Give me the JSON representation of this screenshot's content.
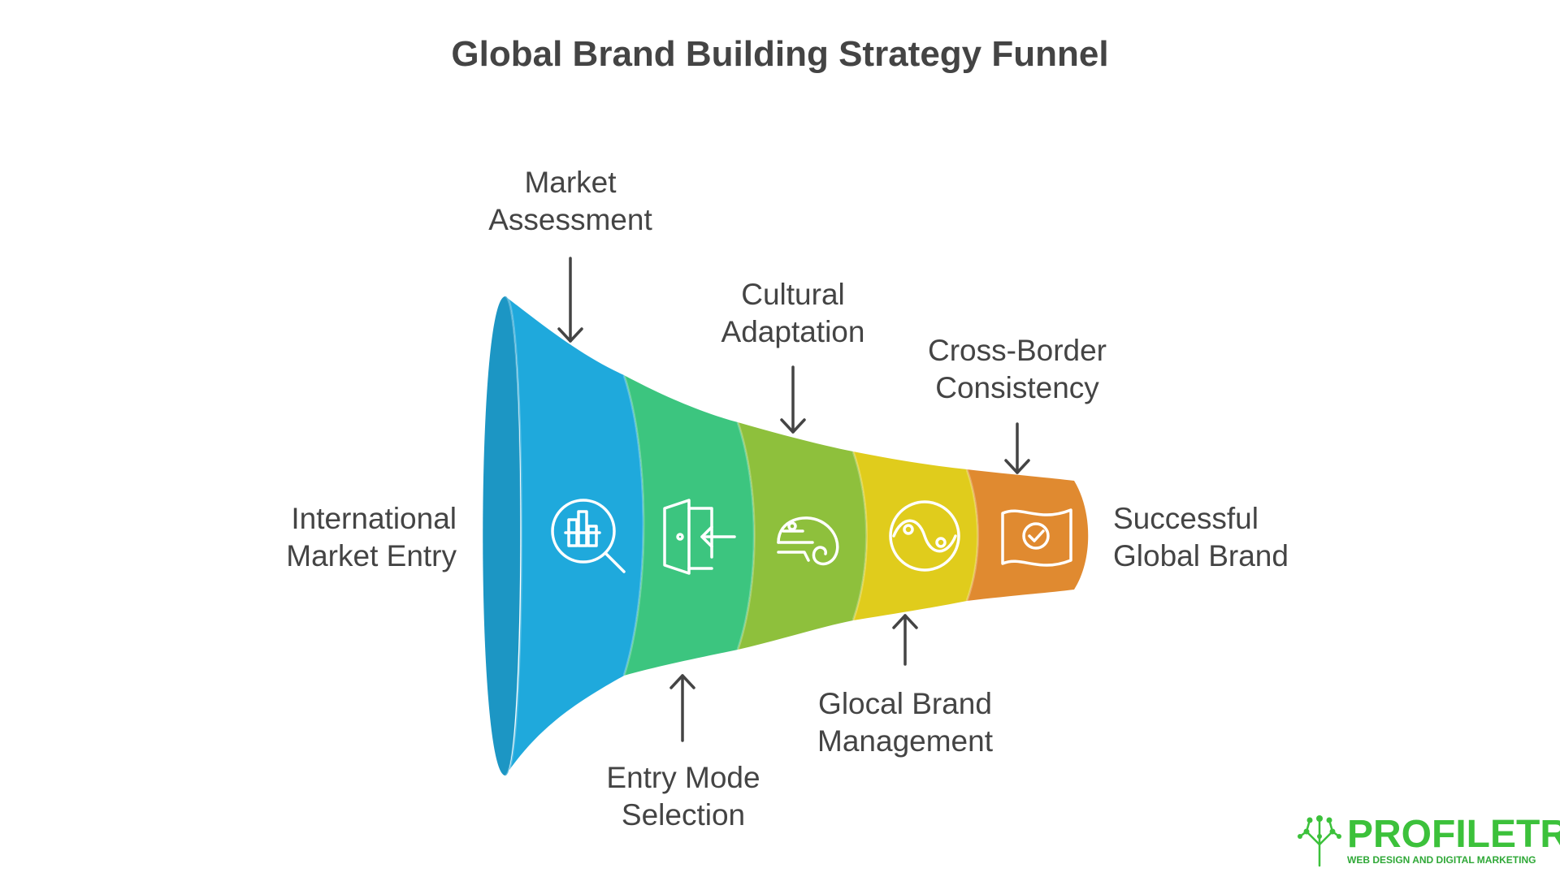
{
  "title": "Global Brand Building Strategy Funnel",
  "labels": {
    "start": [
      "International",
      "Market Entry"
    ],
    "end": [
      "Successful",
      "Global Brand"
    ],
    "market_assessment": [
      "Market",
      "Assessment"
    ],
    "entry_mode": [
      "Entry Mode",
      "Selection"
    ],
    "cultural_adaptation": [
      "Cultural",
      "Adaptation"
    ],
    "glocal": [
      "Glocal Brand",
      "Management"
    ],
    "cross_border": [
      "Cross-Border",
      "Consistency"
    ]
  },
  "stages": [
    {
      "name": "Market Assessment",
      "color": "#1fa9dc",
      "icon": "market-search-icon"
    },
    {
      "name": "Entry Mode Selection",
      "color": "#3cc57f",
      "icon": "entry-door-icon"
    },
    {
      "name": "Cultural Adaptation",
      "color": "#8ec03c",
      "icon": "chameleon-icon"
    },
    {
      "name": "Glocal Brand Management",
      "color": "#e0cc1c",
      "icon": "yin-yang-icon"
    },
    {
      "name": "Cross-Border Consistency",
      "color": "#e08a30",
      "icon": "flag-check-icon"
    }
  ],
  "logo": {
    "name": "PROFILETREE",
    "tagline": "WEB DESIGN AND DIGITAL MARKETING",
    "color": "#3cc13b"
  }
}
